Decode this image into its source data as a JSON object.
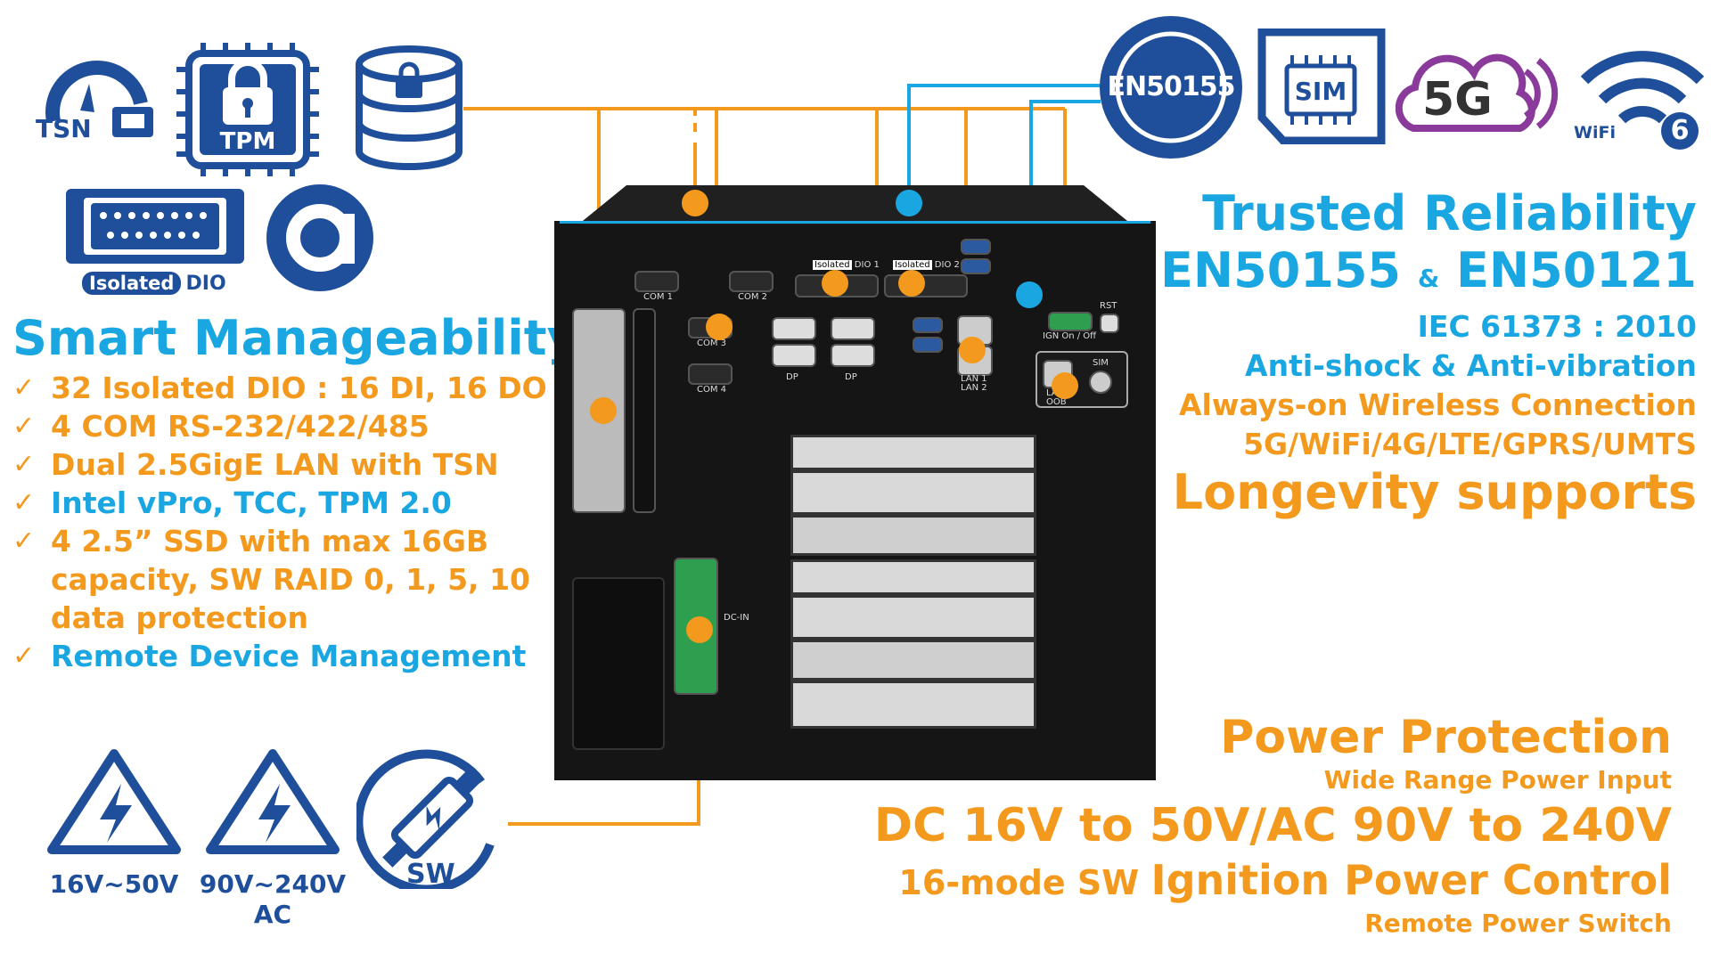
{
  "top_left_icons": {
    "tsn_label": "TSN",
    "tpm_label": "TPM",
    "dio_label_isolated": "Isolated",
    "dio_label": "DIO"
  },
  "smart": {
    "title": "Smart Manageability",
    "items": [
      {
        "text": "32 Isolated DIO : 16 DI, 16 DO",
        "color": "#f39a1e"
      },
      {
        "text": "4 COM RS-232/422/485",
        "color": "#f39a1e"
      },
      {
        "text": "Dual 2.5GigE LAN with TSN",
        "color": "#f39a1e"
      },
      {
        "text": "Intel vPro, TCC, TPM 2.0",
        "color": "#1aa7e1"
      },
      {
        "text": "4 2.5” SSD with max 16GB capacity, SW RAID 0, 1, 5, 10 data protection",
        "color": "#f39a1e"
      },
      {
        "text": "Remote Device Management",
        "color": "#1aa7e1"
      }
    ]
  },
  "top_right_icons": {
    "en_label": "EN50155",
    "sim_label": "SIM",
    "fiveg_label": "5G",
    "wifi_label": "WiFi",
    "wifi_num": "6"
  },
  "reliability": {
    "title": "Trusted Reliability",
    "std_a": "EN50155",
    "amp": "&",
    "std_b": "EN50121",
    "iec": "IEC 61373 : 2010",
    "shock": "Anti-shock & Anti-vibration",
    "wireless": "Always-on Wireless Connection",
    "bands": "5G/WiFi/4G/LTE/GPRS/UMTS",
    "longevity": "Longevity supports"
  },
  "power": {
    "title": "Power Protection",
    "wide": "Wide Range Power Input",
    "range": "DC 16V to 50V/AC 90V to 240V",
    "mode": "16-mode SW",
    "ignition": "Ignition Power Control",
    "remote": "Remote Power Switch"
  },
  "bottom_icons": {
    "dc_label": "16V~50V",
    "ac_label": "90V~240V",
    "ac_sub": "AC",
    "sw_label": "SW"
  },
  "device": {
    "com1": "COM 1",
    "com2": "COM 2",
    "com3": "COM 3",
    "com4": "COM 4",
    "dio1": "DIO 1",
    "dio2": "DIO 2",
    "dio_iso": "Isolated",
    "dp": "DP",
    "lan1": "LAN 1",
    "lan2": "LAN 2",
    "lan_oob": "LAN",
    "oob": "OOB",
    "ign": "IGN On / Off",
    "rst": "RST",
    "sim": "SIM",
    "dcin": "DC-IN"
  },
  "colors": {
    "orange": "#f39a1e",
    "blue": "#1aa7e1",
    "navy": "#1f4f9a",
    "purple": "#8a3a9a"
  }
}
